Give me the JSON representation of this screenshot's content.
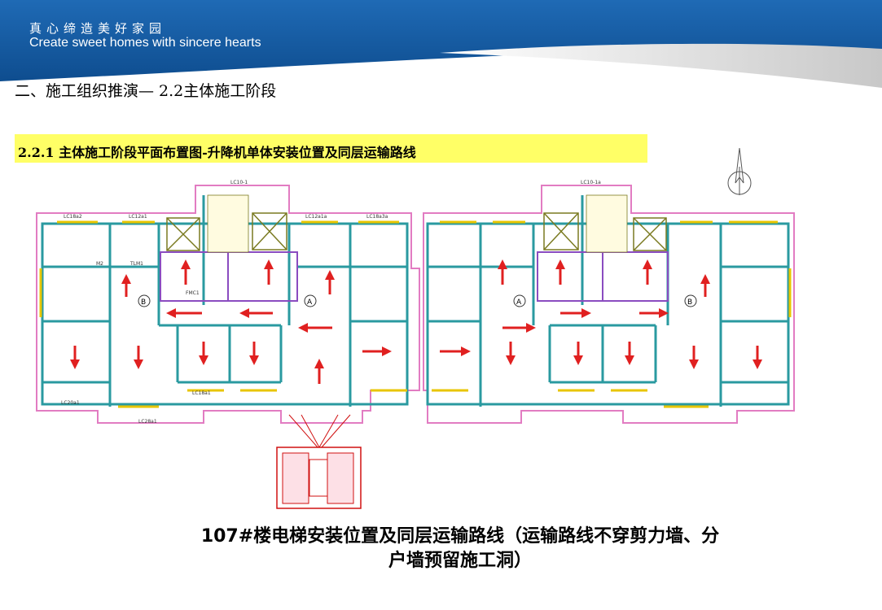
{
  "header": {
    "slogan_cn": "真心缔造美好家园",
    "slogan_en": "Create sweet homes with sincere hearts",
    "brand_color": "#1a5fa8"
  },
  "section_title": "二、施工组织推演— 2.2主体施工阶段",
  "subtitle": "2.2.1 主体施工阶段平面布置图-升降机单体安装位置及同层运输路线",
  "caption": {
    "line1": "107#楼电梯安装位置及同层运输路线（运输路线不穿剪力墙、分",
    "line2": "户墙预留施工洞）"
  },
  "plan": {
    "zone_left": "B",
    "zone_center_left": "A",
    "zone_center_right": "A",
    "zone_right": "B",
    "arrow_color": "#e02020",
    "labels": {
      "lc10_left": "LC10-1",
      "lc10_right": "LC10-1a",
      "lc18a2": "LC18a2",
      "lc12a1": "LC12a1",
      "lc12a1a": "LC12a1a",
      "lc18a3a": "LC18a3a",
      "lc20a1": "LC20a1",
      "lc28a1": "LC28a1",
      "lc18a1": "LC18a1",
      "m2": "M2",
      "tlm1": "TLM1",
      "fm": "FMC1"
    }
  }
}
